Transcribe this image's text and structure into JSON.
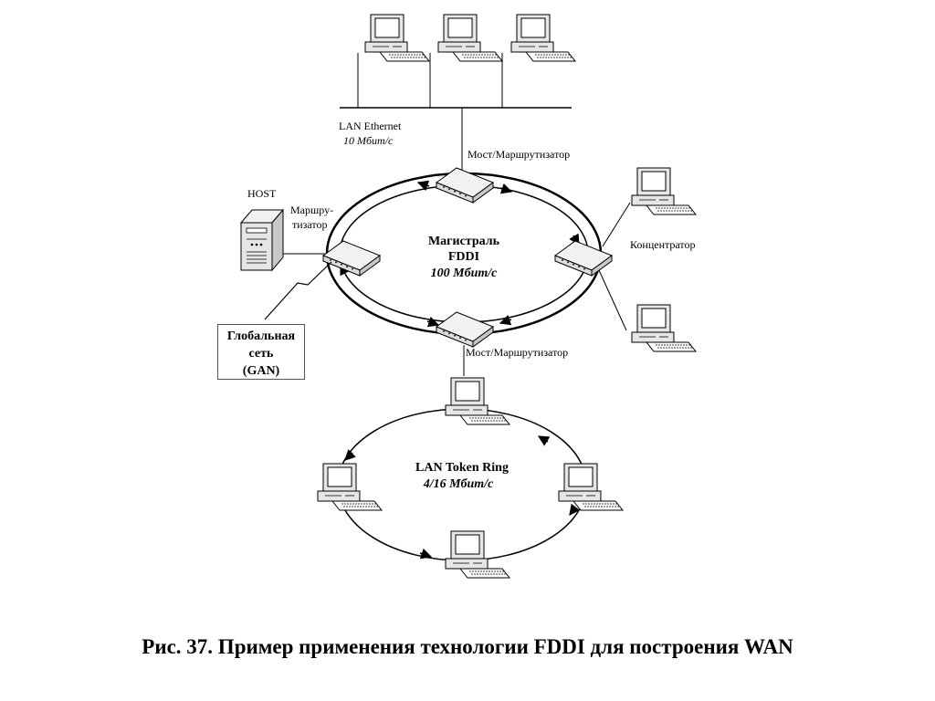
{
  "lan_ethernet": {
    "name": "LAN Ethernet",
    "speed": "10 Мбит/с"
  },
  "fddi": {
    "title_line1": "Магистраль",
    "title_line2": "FDDI",
    "speed": "100 Мбит/с"
  },
  "token_ring": {
    "name": "LAN Token Ring",
    "speed": "4/16 Мбит/с"
  },
  "labels": {
    "bridge_top": "Мост/Маршрутизатор",
    "bridge_bottom": "Мост/Маршрутизатор",
    "router_line1": "Маршру-",
    "router_line2": "тизатор",
    "host": "HOST",
    "hub": "Концентратор"
  },
  "gan": {
    "line1": "Глобальная",
    "line2": "сеть",
    "line3": "(GAN)"
  },
  "caption": "Рис. 37. Пример применения технологии FDDI для построения WAN"
}
